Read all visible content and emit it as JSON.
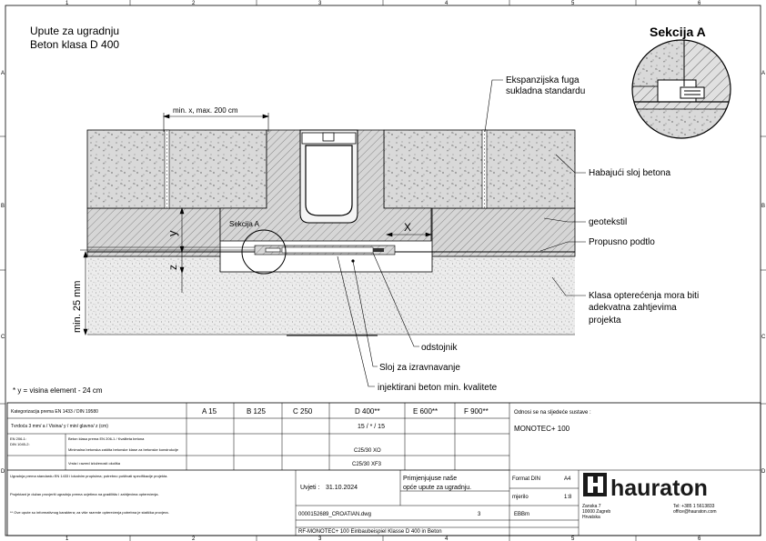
{
  "grid": {
    "columns": [
      "1",
      "2",
      "3",
      "4",
      "5",
      "6"
    ],
    "rows": [
      "A",
      "B",
      "C",
      "D"
    ]
  },
  "header": {
    "title_line1": "Upute za ugradnju",
    "title_line2": "Beton klasa D 400",
    "section_title": "Sekcija A"
  },
  "callouts": {
    "expansion_joint_line1": "Ekspanzijska fuga",
    "expansion_joint_line2": "sukladna standardu",
    "wearing_layer": "Habajući sloj betona",
    "geotextile": "geotekstil",
    "permeable_base": "Propusno podtlo",
    "load_class_line1": "Klasa opterećenja mora biti",
    "load_class_line2": "adekvatna zahtjevima",
    "load_class_line3": "projekta",
    "spacer": "odstojnik",
    "leveling_layer": "Sloj za izravnavanje",
    "injected_concrete": "injektirani beton min. kvalitete"
  },
  "dimensions": {
    "top_span": "min. x, max. 200 cm",
    "x": "X",
    "y": "y",
    "z": "z",
    "min_25": "min. 25 mm",
    "section_label": "Sekcija A",
    "footnote": "* y = visina element - 24 cm"
  },
  "load_table": {
    "classes": [
      "A 15",
      "B 125",
      "C 250",
      "D 400**",
      "E 600**",
      "F 900**"
    ],
    "row_labels": [
      "Kategorizacija prema EN 1433 / DIN 19580",
      "Tvrdoća 3 mm/ a / Visina/ y / min/ glavno/ z (cm)",
      "Beton klasa prema EN 206-1 / Kvaliteta betona",
      "Minimalna betonska zaštita betonske klase za betonske konstrukcije",
      "Vrsta i razred izloženosti okoliša"
    ],
    "small_notes": [
      "EN 206-1:",
      "DIN 1045-2:"
    ],
    "values": {
      "y_z": "15 / * / 15",
      "concrete_1": "C25/30 XO",
      "concrete_2": "C25/30 XF3"
    },
    "reference_label": "Odnosi se na sljedeće sustave :",
    "reference_system": "MONOTEC+ 100"
  },
  "notes": {
    "paragraph1": "Ugradnja prema standardu EN 1433 i lokalnim propisima; potrebno poštivati specifikacije projekta.",
    "paragraph2": "Projektant je dužan provjeriti ugradnju prema uvjetima na gradilištu i zahtjevima opterećenja.",
    "paragraph3": "** Ove upute su informativnog karaktera; za više razrede opterećenja potrebna je statička provjera."
  },
  "title_block": {
    "applies_note_line1": "Primjenjujuse naše",
    "applies_note_line2": "opće upute za ugradnju.",
    "conditions_label": "Uvjeti :",
    "date": "31.10.2024",
    "format_label": "Format DIN",
    "format_value": "A4",
    "scale_label": "mjerilo",
    "scale_value": "1:8",
    "drawing_file": "0000152689_CROATIAN.dwg",
    "revision": "3",
    "author": "EBBm",
    "description": "RF-MONOTEC+ 100 Einbaubeispiel Klasse D 400 in Beton",
    "logo_text": "hauraton",
    "address_line1": "Zanska 7",
    "address_line2": "10000 Zagreb",
    "address_line3": "Hrvatska",
    "phone": "Tel: +385 1 5613833",
    "email": "office@hauraton.com"
  }
}
